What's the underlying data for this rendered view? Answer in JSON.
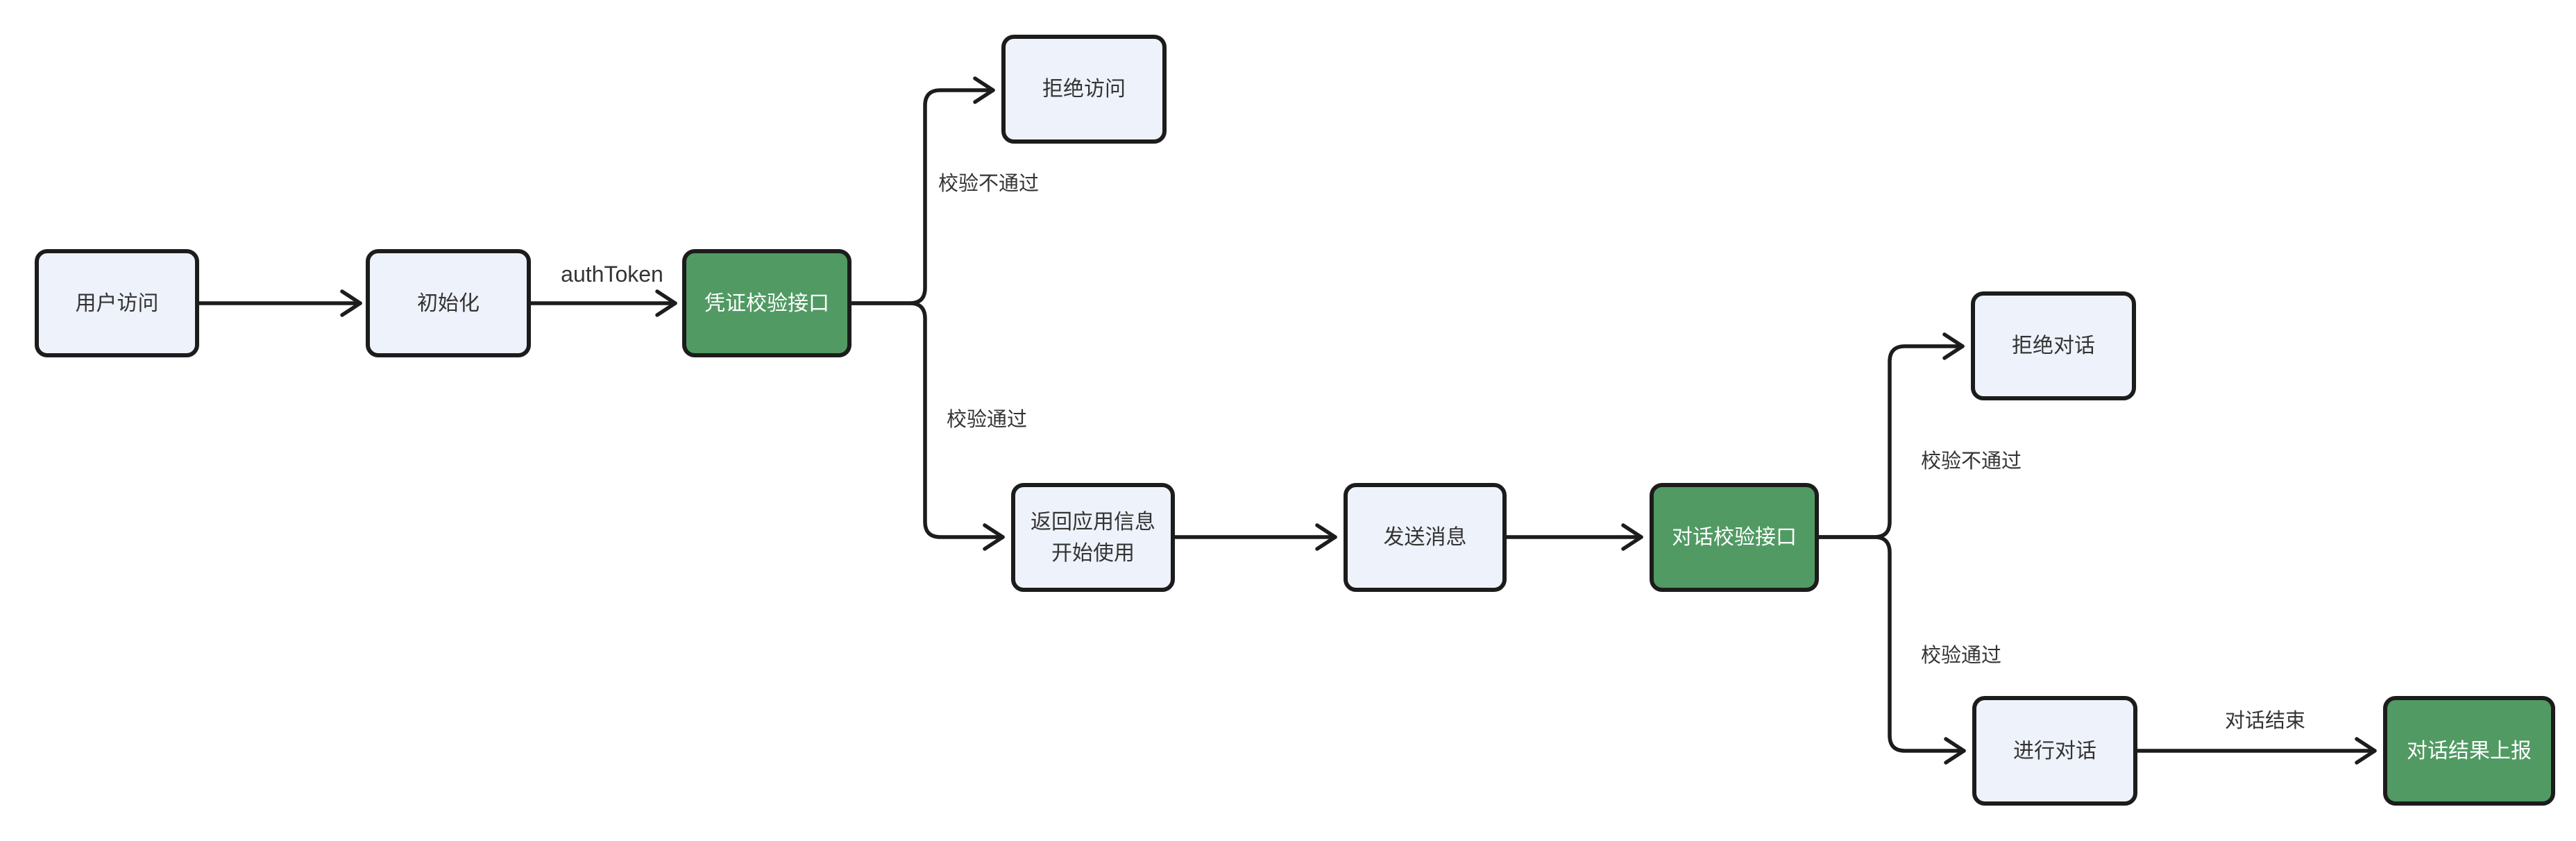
{
  "diagram": {
    "colors": {
      "canvas_bg": "#ffffff",
      "node_fill": "#eef2fa",
      "node_border": "#1c1c1c",
      "accent_fill": "#519a63",
      "accent_text": "#ffffff",
      "text": "#343434",
      "line": "#1c1c1c"
    },
    "nodes": [
      {
        "id": "user-access",
        "label": "用户访问",
        "type": "default"
      },
      {
        "id": "init",
        "label": "初始化",
        "type": "default"
      },
      {
        "id": "credential-check-api",
        "label": "凭证校验接口",
        "type": "accent"
      },
      {
        "id": "deny-access",
        "label": "拒绝访问",
        "type": "default"
      },
      {
        "id": "return-app-info",
        "label": "返回应用信息\n开始使用",
        "type": "default"
      },
      {
        "id": "send-message",
        "label": "发送消息",
        "type": "default"
      },
      {
        "id": "dialog-check-api",
        "label": "对话校验接口",
        "type": "accent"
      },
      {
        "id": "deny-dialog",
        "label": "拒绝对话",
        "type": "default"
      },
      {
        "id": "do-dialog",
        "label": "进行对话",
        "type": "default"
      },
      {
        "id": "dialog-result-report",
        "label": "对话结果上报",
        "type": "accent"
      }
    ],
    "edge_labels": [
      {
        "id": "auth-token",
        "text": "authToken"
      },
      {
        "id": "check-fail-1",
        "text": "校验不通过"
      },
      {
        "id": "check-pass-1",
        "text": "校验通过"
      },
      {
        "id": "check-fail-2",
        "text": "校验不通过"
      },
      {
        "id": "check-pass-2",
        "text": "校验通过"
      },
      {
        "id": "dialog-end",
        "text": "对话结束"
      }
    ]
  }
}
